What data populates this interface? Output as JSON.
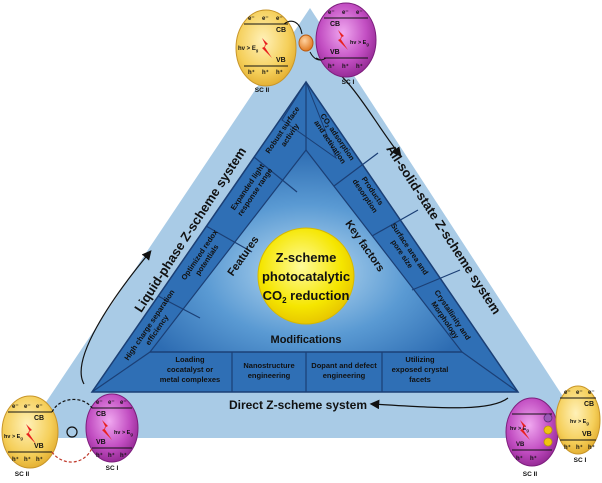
{
  "center": {
    "line1": "Z-scheme",
    "line2": "photocatalytic",
    "line3a": "CO",
    "line3sub": "2",
    "line3b": " reduction"
  },
  "edges": {
    "left": "Liquid-phase Z-scheme system",
    "right": "All-solid-state Z-scheme system",
    "bottom": "Direct Z-scheme system"
  },
  "sections": {
    "features": "Features",
    "key_factors": "Key factors",
    "modifications": "Modifications"
  },
  "features": {
    "cells": [
      [
        "High charge separation",
        "efficiency"
      ],
      [
        "Optimized redox",
        "potentials"
      ],
      [
        "Expanded light",
        "response range"
      ],
      [
        "Robust surface",
        "activity"
      ]
    ]
  },
  "key_factors": {
    "cells": [
      [
        "CO",
        "2",
        " adsorption",
        "and activation"
      ],
      [
        "Products",
        "desorption"
      ],
      [
        "Surface area and",
        "pore size"
      ],
      [
        "Crystallinity and",
        "Morphology"
      ]
    ]
  },
  "modifications": {
    "cells": [
      [
        "Loading",
        "cocatalyst or",
        "metal complexes"
      ],
      [
        "Nanostructure",
        "engineering"
      ],
      [
        "Dopant and defect",
        "engineering"
      ],
      [
        "Utilizing",
        "exposed crystal",
        "facets"
      ]
    ]
  },
  "semiconductors": {
    "sc1": "SC I",
    "sc2": "SC II",
    "cb": "CB",
    "vb": "VB",
    "electron": "e⁻",
    "hole": "h⁺",
    "hv_label": "hν > E",
    "hv_sub": "g"
  },
  "colors": {
    "triangle_outer": "#a9cbe6",
    "triangle_mid": "#2f6fb5",
    "triangle_core": "#4e92cf",
    "sun": "#f3e600",
    "sc1": "#b03db0",
    "sc2": "#f2c84b"
  }
}
